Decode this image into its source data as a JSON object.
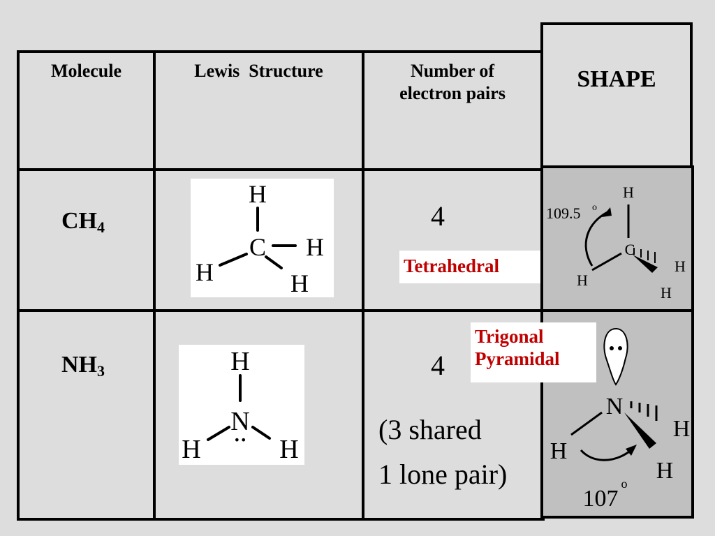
{
  "table": {
    "headers": {
      "molecule": "Molecule",
      "lewis": "Lewis  Structure",
      "pairs_line1": "Number of",
      "pairs_line2": "electron pairs",
      "shape": "SHAPE"
    },
    "rows": [
      {
        "molecule_base": "CH",
        "molecule_sub": "4",
        "lewis": {
          "center": "C",
          "top": "H",
          "right": "H",
          "left": "H",
          "bottom": "H"
        },
        "electron_pairs": "4",
        "shape_label": "Tetrahedral",
        "shape_3d": {
          "angle_label": "109.5",
          "degree_mark": "o",
          "center": "C",
          "atoms": [
            "H",
            "H",
            "H",
            "H"
          ]
        }
      },
      {
        "molecule_base": "NH",
        "molecule_sub": "3",
        "lewis": {
          "center": "N",
          "top": "H",
          "left": "H",
          "right": "H",
          "lone_pair": "••"
        },
        "electron_pairs": "4",
        "pairs_note_line1": "(3 shared",
        "pairs_note_line2": "1 lone pair)",
        "shape_label_line1": "Trigonal",
        "shape_label_line2": "Pyramidal",
        "shape_3d": {
          "angle_label": "107",
          "degree_mark": "o",
          "center": "N",
          "atoms": [
            "H",
            "H",
            "H"
          ]
        }
      }
    ]
  },
  "colors": {
    "background": "#dddddd",
    "label_red": "#c00000",
    "shape_cell": "#c0c0c0"
  }
}
